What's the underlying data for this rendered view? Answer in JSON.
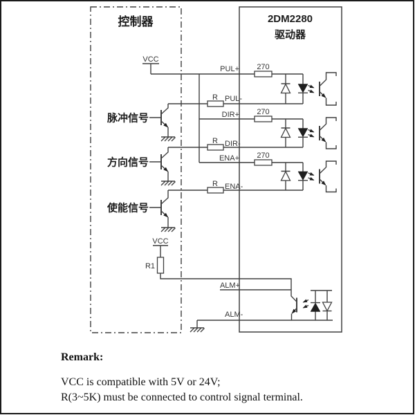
{
  "diagram": {
    "controller": {
      "title": "控制器"
    },
    "driver": {
      "model": "2DM2280",
      "title": "驱动器"
    },
    "signals": {
      "pulse": "脉冲信号",
      "direction": "方向信号",
      "enable": "使能信号"
    },
    "terminals": {
      "pul_plus": "PUL+",
      "pul_minus": "PUL-",
      "dir_plus": "DIR+",
      "dir_minus": "DIR-",
      "ena_plus": "ENA+",
      "ena_minus": "ENA-",
      "alm_plus": "ALM+",
      "alm_minus": "ALM-"
    },
    "labels": {
      "vcc": "VCC",
      "r": "R",
      "r1": "R1",
      "r270": "270"
    }
  },
  "remark": {
    "title": "Remark:",
    "line1": "VCC is compatible with 5V or 24V;",
    "line2": "R(3~5K) must be connected to control signal terminal."
  },
  "colors": {
    "line": "#3f3f3f",
    "text": "#1c1c1c",
    "background": "#ffffff"
  }
}
